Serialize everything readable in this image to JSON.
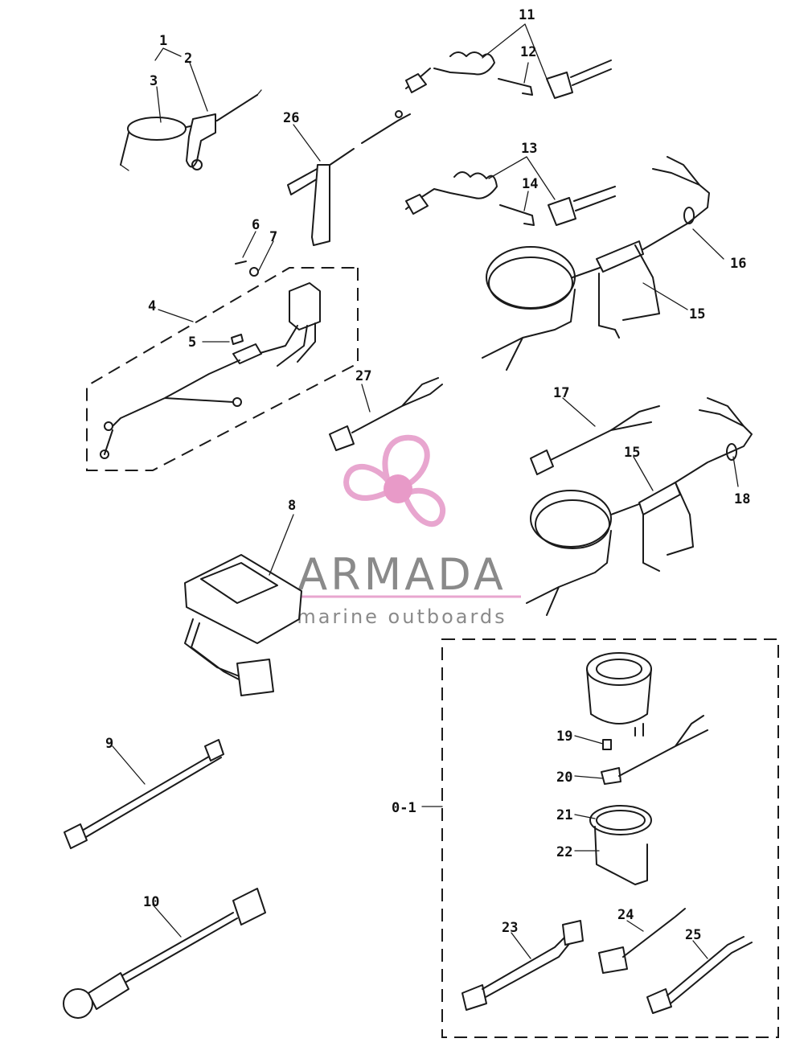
{
  "callouts": {
    "c1": "1",
    "c2": "2",
    "c3": "3",
    "c4": "4",
    "c5": "5",
    "c6": "6",
    "c7": "7",
    "c8": "8",
    "c9": "9",
    "c10": "10",
    "c11": "11",
    "c12": "12",
    "c13": "13",
    "c14": "14",
    "c15a": "15",
    "c15b": "15",
    "c16": "16",
    "c17": "17",
    "c18": "18",
    "c19": "19",
    "c20": "20",
    "c21": "21",
    "c22": "22",
    "c23": "23",
    "c24": "24",
    "c25": "25",
    "c26": "26",
    "c27": "27",
    "c01": "0-1"
  },
  "watermark": {
    "brand": "ARMADA",
    "tagline": "marine outboards",
    "accent_color": "#e8a6cf",
    "hub_color": "#e89ac8"
  }
}
